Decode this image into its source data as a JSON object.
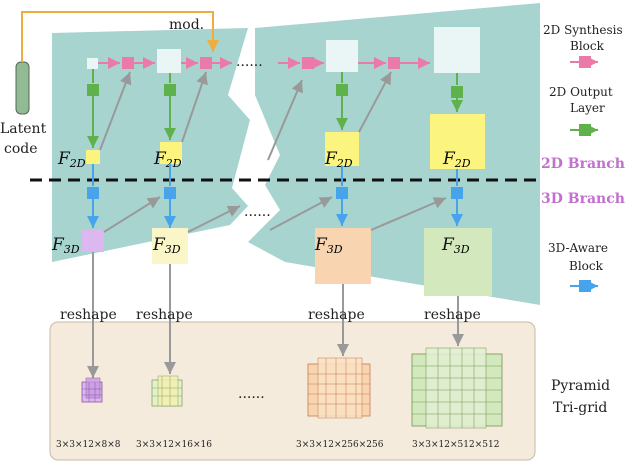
{
  "labels": {
    "mod": "mod.",
    "latent_line1": "Latent",
    "latent_line2": "code",
    "dots_top": "......",
    "dots_mid": "......",
    "dots_grid": "......",
    "reshape": "reshape",
    "f2d_main": "F",
    "f2d_sub": "2D",
    "f3d_main": "F",
    "f3d_sub": "3D"
  },
  "legend": {
    "synthesis_line1": "2D Synthesis",
    "synthesis_line2": "Block",
    "output_line1": "2D Output",
    "output_line2": "Layer",
    "branch_2d": "2D Branch",
    "branch_3d": "3D Branch",
    "aware_line1": "3D-Aware",
    "aware_line2": "Block",
    "pyramid_line1": "Pyramid",
    "pyramid_line2": "Tri-grid"
  },
  "dims": [
    "3×3×12×8×8",
    "3×3×12×16×16",
    "3×3×12×256×256",
    "3×3×12×512×512"
  ],
  "colors": {
    "backbone": "#a8d4d0",
    "synthesis": "#ea7aa7",
    "output_layer": "#5fb14b",
    "aware": "#48a4ea",
    "f2d": "#fbf47e",
    "f3d_1": "#dcb7f0",
    "f3d_2": "#fbf6c8",
    "f3d_3": "#f8d4b0",
    "f3d_4": "#d4e8bd",
    "tri_grid_panel": "#f5ebdc",
    "mod_line": "#f1ad3b"
  }
}
